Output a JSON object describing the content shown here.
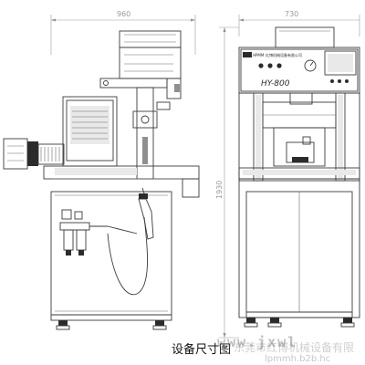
{
  "dimensions": {
    "left_width": "960",
    "right_width": "730",
    "height": "1930"
  },
  "machine": {
    "model": "HY-800",
    "nameplate_mark": "HPMM",
    "nameplate_text": "红博机械设备有限公司"
  },
  "caption": "设备尺寸图",
  "watermark": {
    "url_text": "www.jxwl",
    "company_text": "东莞市红博机械设备有限",
    "site_text": "lpmmh.b2b.hc"
  }
}
